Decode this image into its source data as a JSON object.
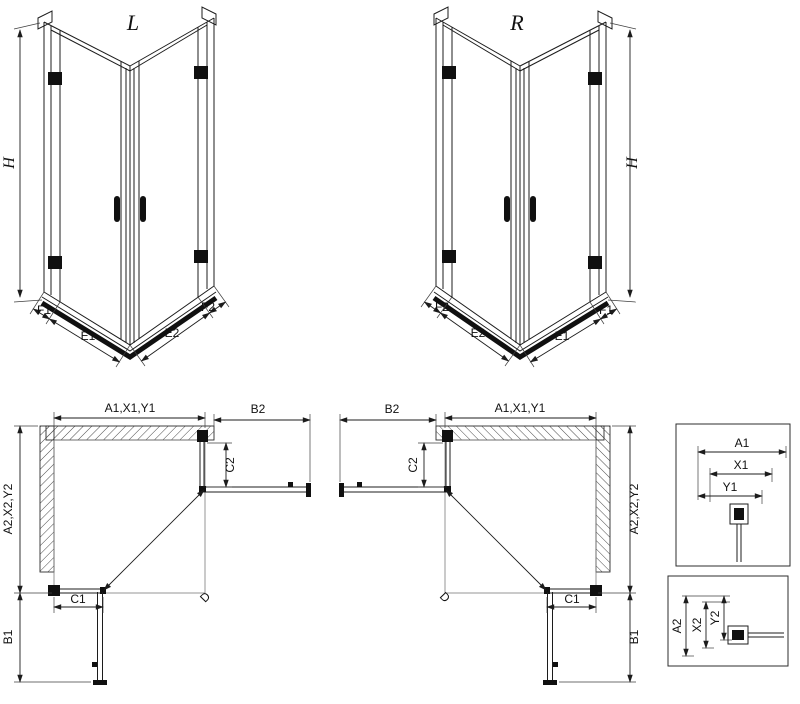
{
  "elevation_left": {
    "variant": "L",
    "height": "H",
    "dims": {
      "f1": "F1",
      "e1": "E1",
      "e2": "E2",
      "f2": "F2"
    }
  },
  "elevation_right": {
    "variant": "R",
    "height": "H",
    "dims": {
      "f1": "F1",
      "e1": "E1",
      "e2": "E2",
      "f2": "F2"
    }
  },
  "plan_left": {
    "dims": {
      "width_top": "A1,X1,Y1",
      "door_top": "B2",
      "panel_right": "C2",
      "depth_side": "A2,X2,Y2",
      "panel_bottom": "C1",
      "door_side": "B1",
      "diagonal": "D"
    }
  },
  "plan_right": {
    "dims": {
      "width_top": "A1,X1,Y1",
      "door_top": "B2",
      "panel_right": "C2",
      "depth_side": "A2,X2,Y2",
      "panel_bottom": "C1",
      "door_side": "B1",
      "diagonal": "D"
    }
  },
  "detail_top": {
    "dims": {
      "a1": "A1",
      "x1": "X1",
      "y1": "Y1"
    }
  },
  "detail_bottom": {
    "dims": {
      "a2": "A2",
      "x2": "X2",
      "y2": "Y2"
    }
  }
}
